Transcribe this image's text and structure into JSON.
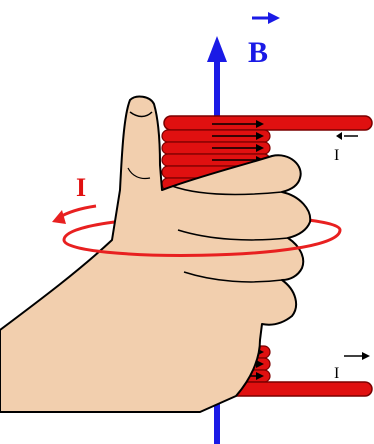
{
  "labels": {
    "field": "B",
    "current_hand": "I",
    "current_top": "I",
    "current_bottom": "I"
  },
  "colors": {
    "field_axis": "#1a1ae6",
    "coil": "#e01010",
    "coil_dark": "#7a0000",
    "current_loop": "#e82020",
    "skin": "#f2cfae",
    "skin_outline": "#000000",
    "label_text": "#1a1ae6",
    "current_label": "#e01010",
    "arrow_dark": "#000000"
  },
  "icons": {
    "hand": "right-hand-thumb-up-icon",
    "field_arrow": "arrow-up-icon",
    "loop_arrow": "curved-arrow-left-icon"
  }
}
